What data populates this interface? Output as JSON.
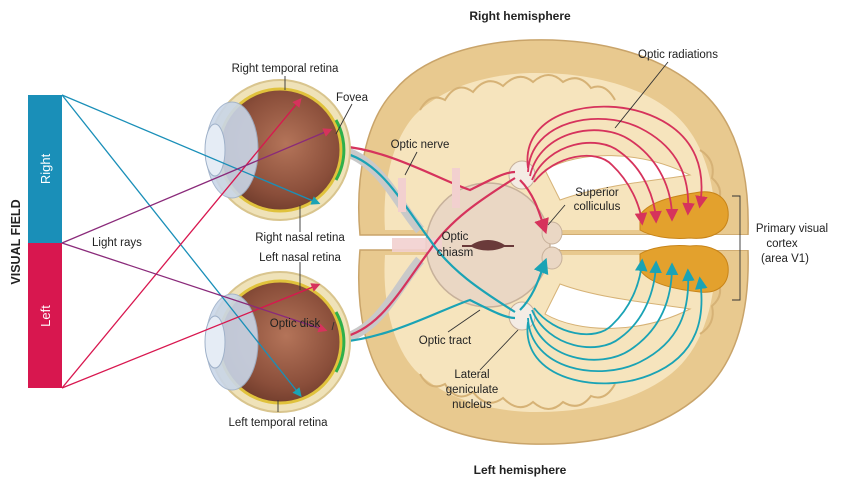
{
  "labels": {
    "right_hemisphere": "Right hemisphere",
    "left_hemisphere": "Left hemisphere",
    "visual_field": "VISUAL FIELD",
    "right": "Right",
    "left": "Left",
    "light_rays": "Light rays",
    "right_temporal_retina": "Right temporal retina",
    "fovea": "Fovea",
    "optic_nerve": "Optic nerve",
    "optic_radiations": "Optic radiations",
    "right_nasal_retina": "Right nasal retina",
    "left_nasal_retina": "Left nasal retina",
    "superior_colliculus": [
      "Superior",
      "colliculus"
    ],
    "optic_chiasm": [
      "Optic",
      "chiasm"
    ],
    "primary_visual_cortex": [
      "Primary visual",
      "cortex",
      "(area V1)"
    ],
    "optic_disk": "Optic disk",
    "optic_tract": "Optic tract",
    "lateral_geniculate_nucleus": [
      "Lateral",
      "geniculate",
      "nucleus"
    ],
    "left_temporal_retina": "Left temporal retina"
  },
  "colors": {
    "right_field": "#1a8fb8",
    "left_field": "#d8174f",
    "right_path": "#d6335c",
    "left_path": "#1aa3b5",
    "brain_outer": "#e8c98f",
    "brain_inner": "#f6e4bd",
    "cortex_v1": "#e3a12d",
    "ray_purple": "#8a2a7a"
  }
}
